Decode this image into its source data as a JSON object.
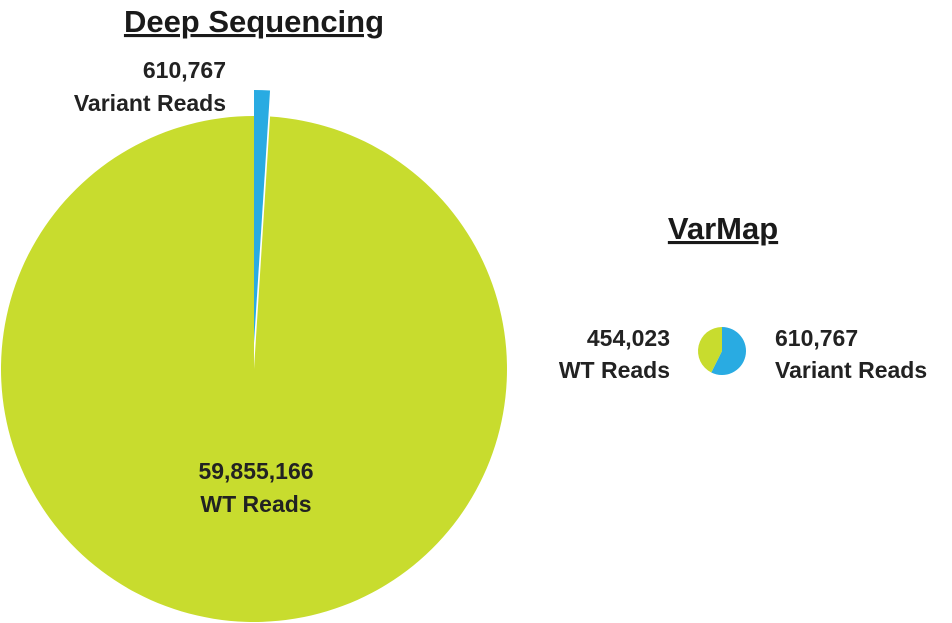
{
  "chart_data": [
    {
      "type": "pie",
      "title": "Deep Sequencing",
      "series": [
        {
          "name": "WT Reads",
          "value": 59855166,
          "value_label": "59,855,166",
          "color": "#c8dc2e"
        },
        {
          "name": "Variant Reads",
          "value": 610767,
          "value_label": "610,767",
          "color": "#29abe2",
          "exploded": true
        }
      ]
    },
    {
      "type": "pie",
      "title": "VarMap",
      "series": [
        {
          "name": "WT Reads",
          "value": 454023,
          "value_label": "454,023",
          "color": "#c8dc2e"
        },
        {
          "name": "Variant Reads",
          "value": 610767,
          "value_label": "610,767",
          "color": "#29abe2"
        }
      ]
    }
  ]
}
